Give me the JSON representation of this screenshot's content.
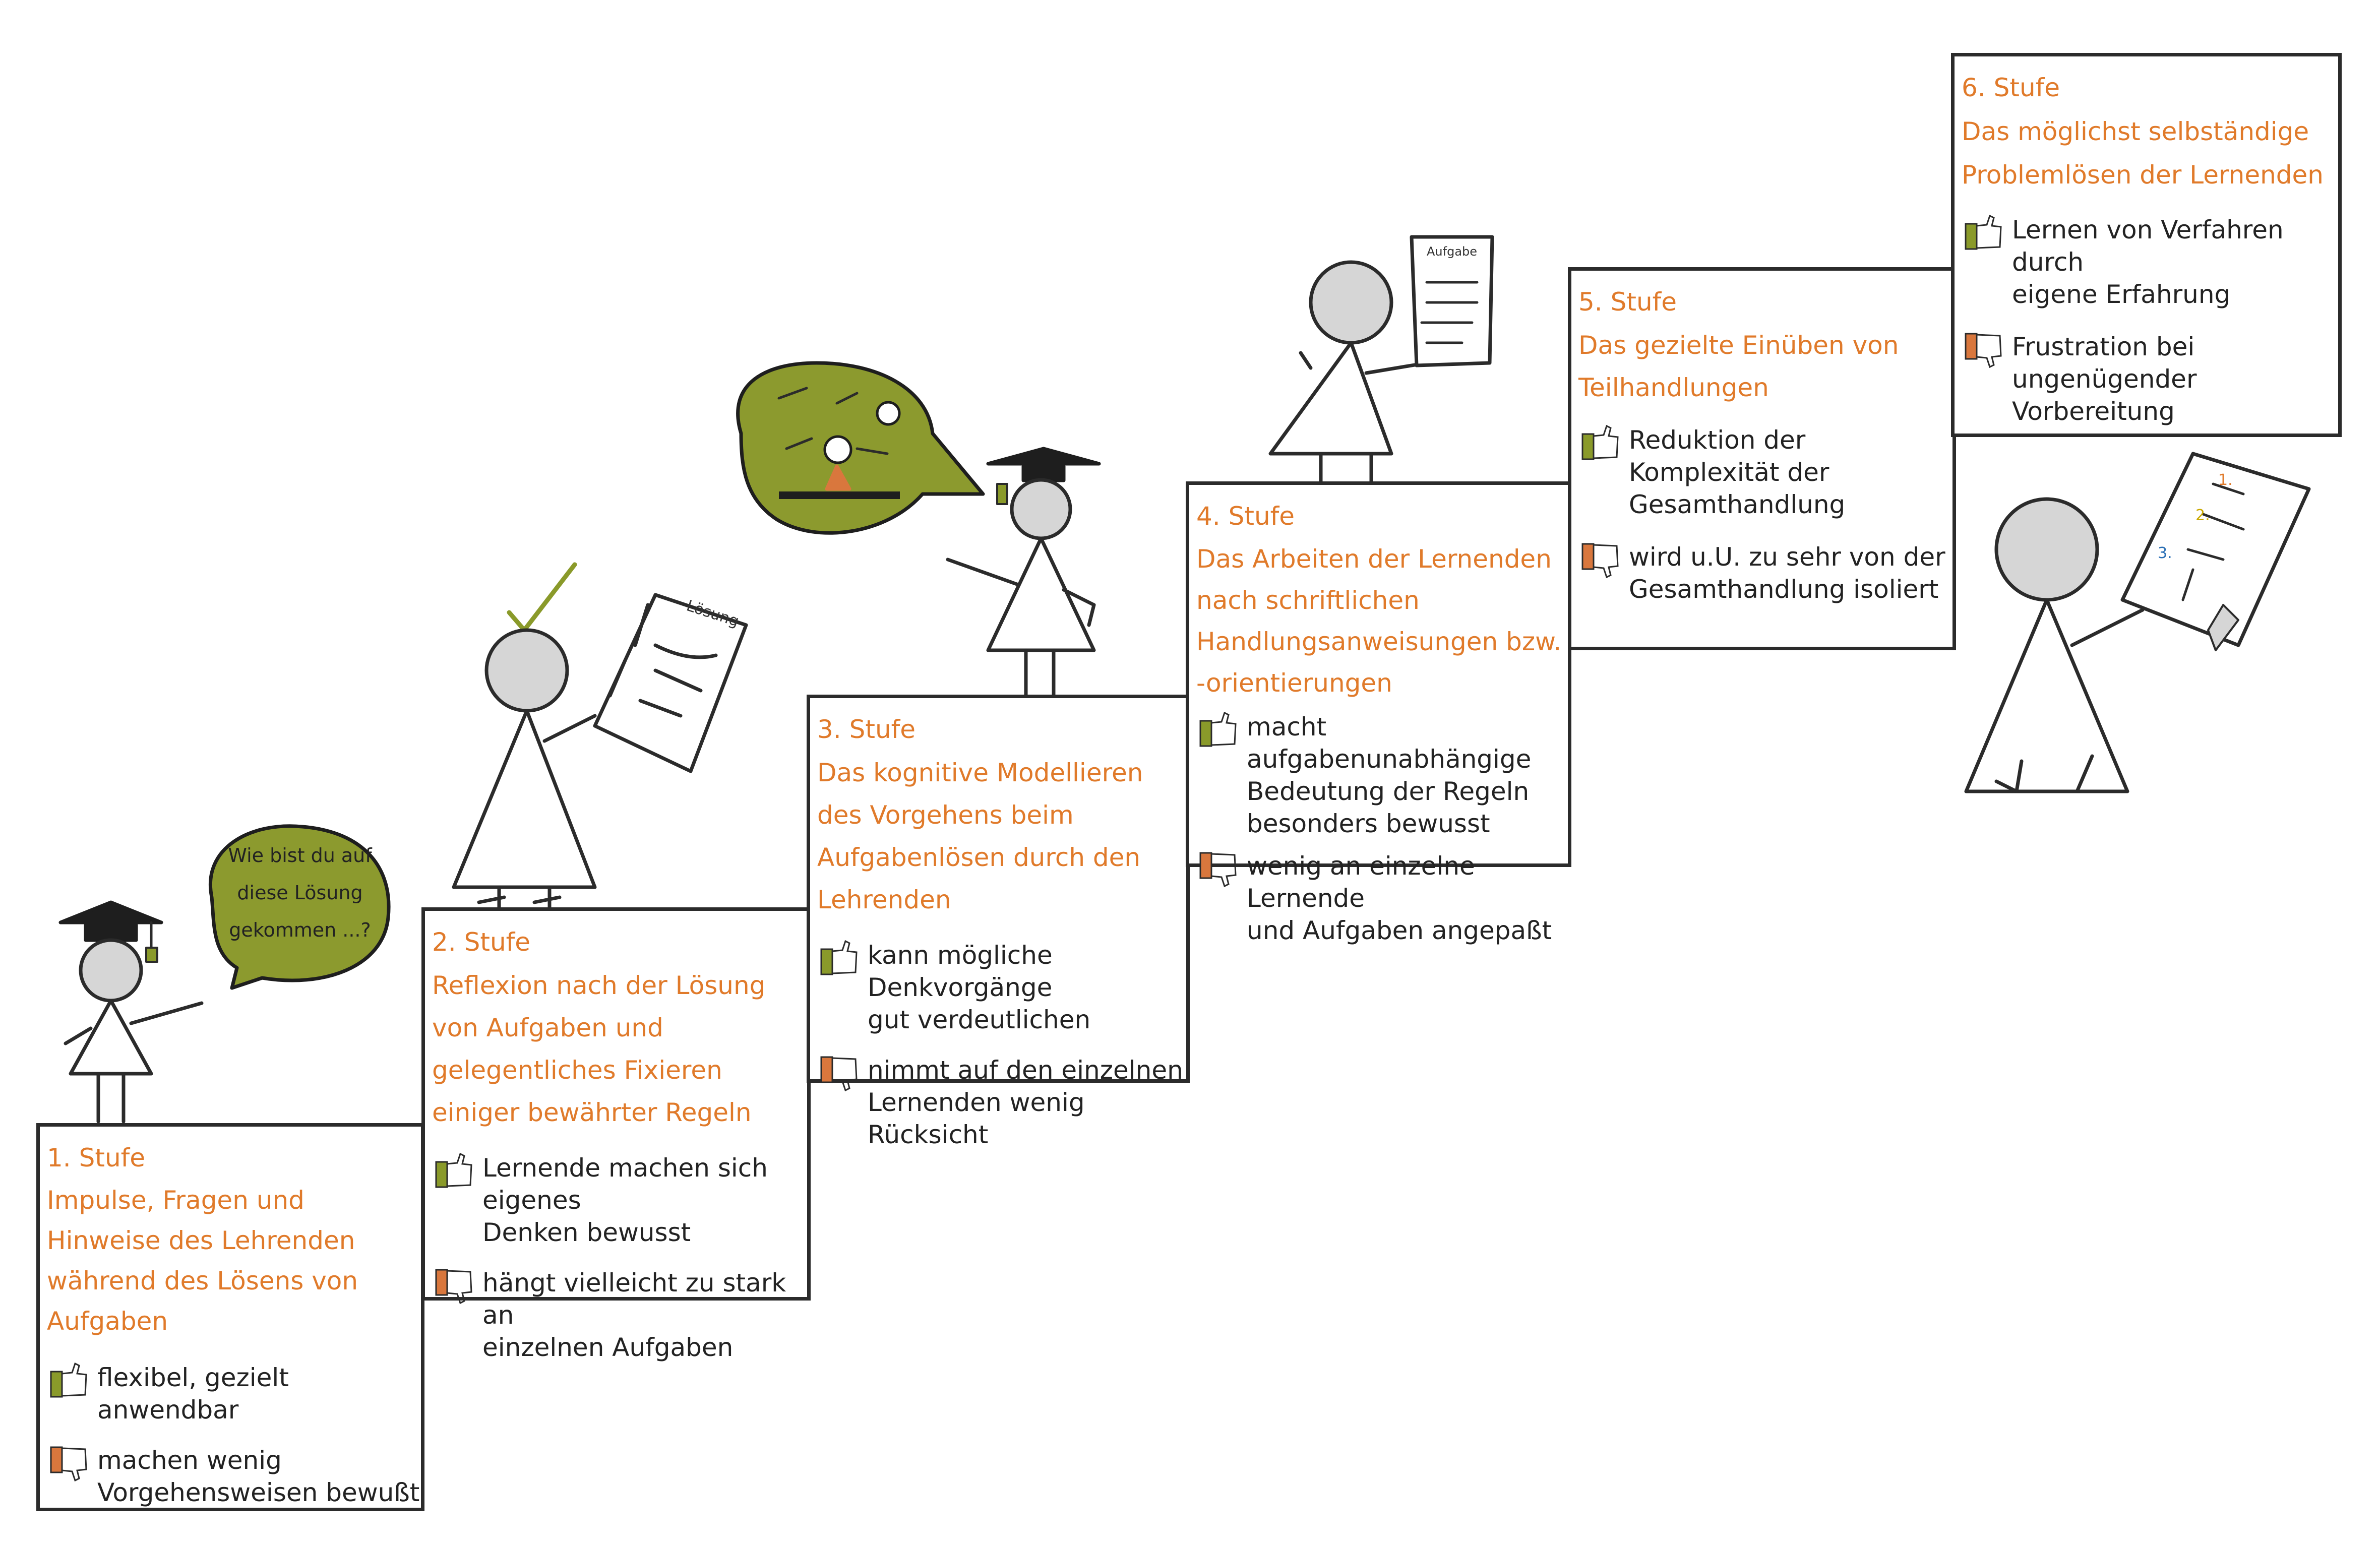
{
  "colors": {
    "stage_text": "#e07a2a",
    "pro_icon": "#8a9a2a",
    "con_icon": "#d9773d",
    "bubble": "#8c9a2e",
    "line": "#2b2b2b"
  },
  "icons": {
    "pro": "thumbs-up-icon",
    "con": "thumbs-down-icon"
  },
  "stages": [
    {
      "label": "1. Stufe",
      "title": "Impulse, Fragen und Hinweise des\nLehrenden  während des Lösens\nvon Aufgaben",
      "pro": "flexibel, gezielt anwendbar",
      "con": "machen wenig\nVorgehensweisen bewußt"
    },
    {
      "label": "2. Stufe",
      "title": "Reflexion nach der Lösung von\nAufgaben und gelegentliches\nFixieren einiger bewährter Regeln",
      "pro": "Lernende machen sich eigenes\nDenken bewusst",
      "con": "hängt vielleicht zu stark an\neinzelnen Aufgaben"
    },
    {
      "label": "3. Stufe",
      "title": "Das kognitive Modellieren des\nVorgehens beim Aufgabenlösen\ndurch den Lehrenden",
      "pro": "kann mögliche Denkvorgänge\ngut verdeutlichen",
      "con": "nimmt auf den einzelnen\nLernenden wenig Rücksicht"
    },
    {
      "label": "4. Stufe",
      "title": "Das Arbeiten der Lernenden nach\nschriftlichen Handlungsanweisungen\nbzw. -orientierungen",
      "pro": "macht aufgabenunabhängige\nBedeutung der Regeln\nbesonders bewusst",
      "con": "wenig an einzelne Lernende\nund Aufgaben angepaßt"
    },
    {
      "label": "5. Stufe",
      "title": "Das gezielte Einüben von\nTeilhandlungen",
      "pro": "Reduktion der Komplexität der\nGesamthandlung",
      "con": "wird u.U. zu sehr von der\nGesamthandlung isoliert"
    },
    {
      "label": "6. Stufe",
      "title": "Das möglichst selbständige\nProblemlösen der Lernenden",
      "pro": "Lernen von Verfahren durch\neigene Erfahrung",
      "con": "Frustration bei ungenügender\nVorbereitung"
    }
  ],
  "bubble": {
    "text": "Wie bist\ndu auf diese\nLösung gekommen\n...?"
  },
  "doc_labels": {
    "loesung": "Lösung",
    "aufgabe": "Aufgabe",
    "step1": "1.",
    "step2": "2.",
    "step3": "3."
  }
}
